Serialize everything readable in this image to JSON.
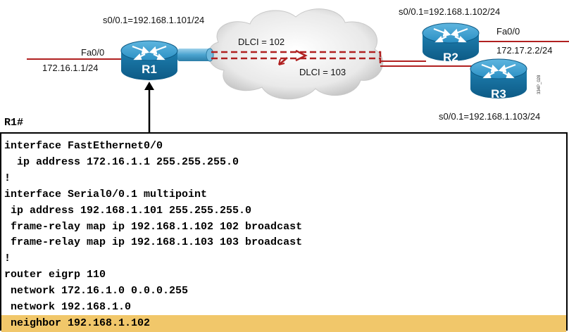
{
  "routers": {
    "r1": {
      "name": "R1",
      "intf_label": "s0/0.1=192.168.1.101/24",
      "fa_label": "Fa0/0",
      "fa_ip": "172.16.1.1/24"
    },
    "r2": {
      "name": "R2",
      "intf_label": "s0/0.1=192.168.1.102/24",
      "fa_label": "Fa0/0",
      "fa_ip": "172.17.2.2/24"
    },
    "r3": {
      "name": "R3",
      "intf_label": "s0/0.1=192.168.1.103/24"
    }
  },
  "dlci": {
    "to_r2": "DLCI = 102",
    "to_r3": "DLCI = 103"
  },
  "figure_code": "334P_028",
  "colors": {
    "link": "#b02020",
    "router": "#1f86b8",
    "highlight": "#f1c76a"
  },
  "prompt": "R1#",
  "config_lines": [
    {
      "text": "interface FastEthernet0/0",
      "highlight": false
    },
    {
      "text": "  ip address 172.16.1.1 255.255.255.0",
      "highlight": false
    },
    {
      "text": "!",
      "highlight": false
    },
    {
      "text": "interface Serial0/0.1 multipoint",
      "highlight": false
    },
    {
      "text": " ip address 192.168.1.101 255.255.255.0",
      "highlight": false
    },
    {
      "text": " frame-relay map ip 192.168.1.102 102 broadcast",
      "highlight": false
    },
    {
      "text": " frame-relay map ip 192.168.1.103 103 broadcast",
      "highlight": false
    },
    {
      "text": "!",
      "highlight": false
    },
    {
      "text": "router eigrp 110",
      "highlight": false
    },
    {
      "text": " network 172.16.1.0 0.0.0.255",
      "highlight": false
    },
    {
      "text": " network 192.168.1.0",
      "highlight": false
    },
    {
      "text": " neighbor 192.168.1.102",
      "highlight": true
    }
  ]
}
